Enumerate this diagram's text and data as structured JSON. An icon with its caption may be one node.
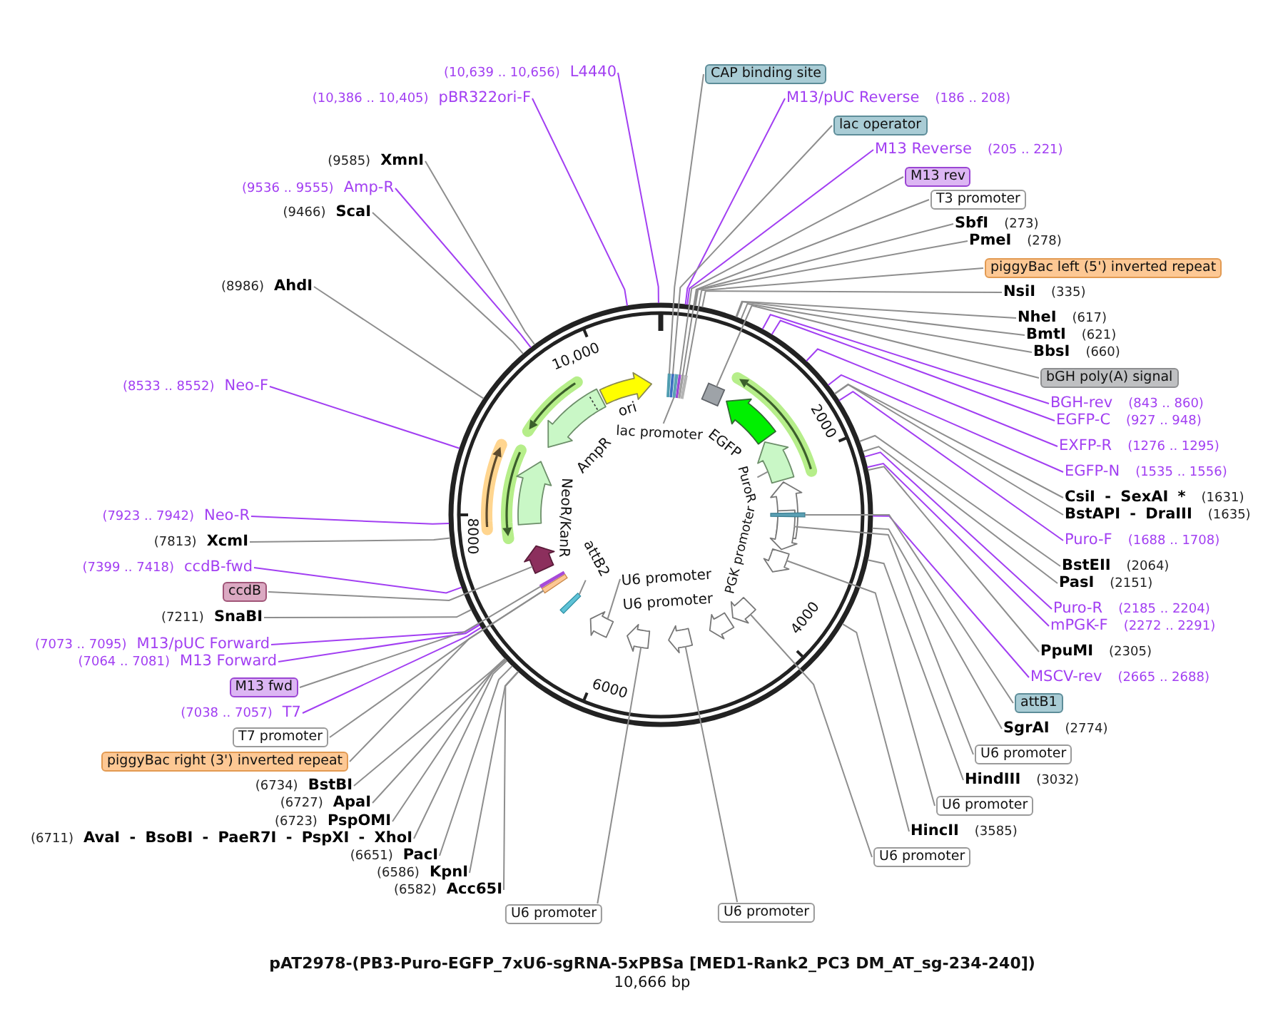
{
  "diagram": {
    "title": "pAT2978-(PB3-Puro-EGFP_7xU6-sgRNA-5xPBSa [MED1-Rank2_PC3 DM_AT_sg-234-240])",
    "caption": "10,666 bp",
    "nodes": [
      {
        "text": [
          "(10,639 .. 10,656)",
          "L4440"
        ]
      },
      {
        "text": [
          "(10,386 .. 10,405)",
          "pBR322ori-F"
        ]
      },
      {
        "text": [
          "(9585)",
          "XmnI"
        ]
      },
      {
        "text": [
          "(9536 .. 9555)",
          "Amp-R"
        ]
      },
      {
        "text": [
          "(9466)",
          "ScaI"
        ]
      },
      {
        "text": [
          "(8986)",
          "AhdI"
        ]
      },
      {
        "text": [
          "(8533 .. 8552)",
          "Neo-F"
        ]
      },
      {
        "text": [
          "(7923 .. 7942)",
          "Neo-R"
        ]
      },
      {
        "text": [
          "(7813)",
          "XcmI"
        ]
      },
      {
        "text": [
          "(7399 .. 7418)",
          "ccdB-fwd"
        ]
      },
      {
        "text": [
          "ccdB"
        ]
      },
      {
        "text": [
          "(7211)",
          "SnaBI"
        ]
      },
      {
        "text": [
          "(7073 .. 7095)",
          "M13/pUC Forward"
        ]
      },
      {
        "text": [
          "(7064 .. 7081)",
          "M13 Forward"
        ]
      },
      {
        "text": [
          "M13 fwd"
        ]
      },
      {
        "text": [
          "(7038 .. 7057)",
          "T7"
        ]
      },
      {
        "text": [
          "T7 promoter"
        ]
      },
      {
        "text": [
          "piggyBac right (3') inverted repeat"
        ]
      },
      {
        "text": [
          "(6734)",
          "BstBI"
        ]
      },
      {
        "text": [
          "(6727)",
          "ApaI"
        ]
      },
      {
        "text": [
          "(6723)",
          "PspOMI"
        ]
      },
      {
        "text": [
          "(6711)",
          "AvaI - BsoBI - PaeR7I - PspXI - XhoI"
        ]
      },
      {
        "text": [
          "(6651)",
          "PacI"
        ]
      },
      {
        "text": [
          "(6586)",
          "KpnI"
        ]
      },
      {
        "text": [
          "(6582)",
          "Acc65I"
        ]
      },
      {
        "text": [
          "U6 promoter"
        ]
      },
      {
        "text": [
          "U6 promoter"
        ]
      },
      {
        "text": [
          "CAP binding site"
        ]
      },
      {
        "text": [
          "M13/pUC Reverse",
          "(186 .. 208)"
        ]
      },
      {
        "text": [
          "lac operator"
        ]
      },
      {
        "text": [
          "M13 Reverse",
          "(205 .. 221)"
        ]
      },
      {
        "text": [
          "M13 rev"
        ]
      },
      {
        "text": [
          "T3 promoter"
        ]
      },
      {
        "text": [
          "SbfI",
          "(273)"
        ]
      },
      {
        "text": [
          "PmeI",
          "(278)"
        ]
      },
      {
        "text": [
          "piggyBac left (5') inverted repeat"
        ]
      },
      {
        "text": [
          "NsiI",
          "(335)"
        ]
      },
      {
        "text": [
          "NheI",
          "(617)"
        ]
      },
      {
        "text": [
          "BmtI",
          "(621)"
        ]
      },
      {
        "text": [
          "BbsI",
          "(660)"
        ]
      },
      {
        "text": [
          "bGH poly(A) signal"
        ]
      },
      {
        "text": [
          "BGH-rev",
          "(843 .. 860)"
        ]
      },
      {
        "text": [
          "EGFP-C",
          "(927 .. 948)"
        ]
      },
      {
        "text": [
          "EXFP-R",
          "(1276 .. 1295)"
        ]
      },
      {
        "text": [
          "EGFP-N",
          "(1535 .. 1556)"
        ]
      },
      {
        "text": [
          "CsiI - SexAI *",
          "(1631)"
        ]
      },
      {
        "text": [
          "BstAPI - DraIII",
          "(1635)"
        ]
      },
      {
        "text": [
          "Puro-F",
          "(1688 .. 1708)"
        ]
      },
      {
        "text": [
          "BstEII",
          "(2064)"
        ]
      },
      {
        "text": [
          "PasI",
          "(2151)"
        ]
      },
      {
        "text": [
          "Puro-R",
          "(2185 .. 2204)"
        ]
      },
      {
        "text": [
          "mPGK-F",
          "(2272 .. 2291)"
        ]
      },
      {
        "text": [
          "PpuMI",
          "(2305)"
        ]
      },
      {
        "text": [
          "MSCV-rev",
          "(2665 .. 2688)"
        ]
      },
      {
        "text": [
          "attB1"
        ]
      },
      {
        "text": [
          "SgrAI",
          "(2774)"
        ]
      },
      {
        "text": [
          "U6 promoter"
        ]
      },
      {
        "text": [
          "HindIII",
          "(3032)"
        ]
      },
      {
        "text": [
          "U6 promoter"
        ]
      },
      {
        "text": [
          "HincII",
          "(3585)"
        ]
      },
      {
        "text": [
          "U6 promoter"
        ]
      },
      {
        "text": [],
        "shape": "circle"
      },
      {
        "text": [
          "lac promoter"
        ],
        "in": 61
      },
      {
        "text": [
          "PuroR"
        ],
        "in": 61
      },
      {
        "text": [
          "attB2"
        ],
        "in": 61
      },
      {
        "text": [
          "U6 promoter"
        ],
        "in": 61
      },
      {
        "text": [],
        "shape": "arrow",
        "in": 61
      },
      {
        "text": [],
        "shape": "arrow",
        "in": 61
      },
      {
        "text": [],
        "shape": "arrow",
        "in": 61
      },
      {
        "text": [],
        "shape": "arrow",
        "in": 61
      },
      {
        "text": [],
        "shape": "arrow",
        "in": 61
      },
      {
        "text": [],
        "shape": "arrow",
        "in": 61
      },
      {
        "text": [],
        "shape": "arrow",
        "in": 61
      },
      {
        "text": [],
        "shape": "bar",
        "in": 61
      },
      {
        "text": [],
        "shape": "bar",
        "in": 61
      },
      {
        "text": [],
        "shape": "bar",
        "in": 61
      },
      {
        "text": [],
        "shape": "arrow",
        "in": 61
      },
      {
        "text": [],
        "shape": "arrow",
        "in": 61
      },
      {
        "text": [],
        "shape": "arrow",
        "in": 61
      },
      {
        "text": [],
        "shape": "arrow",
        "in": 61
      },
      {
        "text": [],
        "shape": "arrow",
        "in": 61
      },
      {
        "text": [],
        "shape": "arrow",
        "in": 61
      },
      {
        "text": [],
        "shape": "arrow",
        "in": 61
      },
      {
        "text": [],
        "shape": "arrow",
        "in": 61
      },
      {
        "text": [],
        "shape": "bar",
        "in": 61
      },
      {
        "text": [],
        "shape": "arrow",
        "in": 61
      },
      {
        "text": [],
        "shape": "arrow",
        "in": 61
      },
      {
        "text": [],
        "shape": "arrow",
        "in": 61
      },
      {
        "text": [],
        "shape": "box",
        "in": 61
      },
      {
        "text": [],
        "shape": "bar",
        "in": 61
      },
      {
        "text": [],
        "shape": "bar",
        "in": 61
      },
      {
        "text": [],
        "shape": "bar",
        "in": 61
      },
      {
        "text": [],
        "shape": "bar",
        "in": 61
      },
      {
        "text": [],
        "shape": "bar",
        "in": 61
      },
      {
        "text": [],
        "shape": "bar",
        "in": 61
      }
    ],
    "edges": [
      {
        "from": 0,
        "to": 61,
        "arrow": "none",
        "color": "#a23ff2"
      },
      {
        "from": 1,
        "to": 61,
        "arrow": "none",
        "color": "#a23ff2"
      },
      {
        "from": 2,
        "to": 61,
        "arrow": "none"
      },
      {
        "from": 3,
        "to": 61,
        "arrow": "none",
        "color": "#a23ff2"
      },
      {
        "from": 4,
        "to": 61,
        "arrow": "none"
      },
      {
        "from": 5,
        "to": 61,
        "arrow": "none"
      },
      {
        "from": 6,
        "to": 61,
        "arrow": "none",
        "color": "#a23ff2"
      },
      {
        "from": 7,
        "to": 61,
        "arrow": "none",
        "color": "#a23ff2"
      },
      {
        "from": 8,
        "to": 61,
        "arrow": "none"
      },
      {
        "from": 9,
        "to": 61,
        "arrow": "none",
        "color": "#a23ff2"
      },
      {
        "from": 10,
        "to": 72,
        "arrow": "none"
      },
      {
        "from": 11,
        "to": 61,
        "arrow": "none"
      },
      {
        "from": 12,
        "to": 61,
        "arrow": "none",
        "color": "#a23ff2"
      },
      {
        "from": 13,
        "to": 61,
        "arrow": "none",
        "color": "#a23ff2"
      },
      {
        "from": 14,
        "to": 74,
        "arrow": "none"
      },
      {
        "from": 15,
        "to": 61,
        "arrow": "none",
        "color": "#a23ff2"
      },
      {
        "from": 16,
        "to": 73,
        "arrow": "none"
      },
      {
        "from": 17,
        "to": 73,
        "arrow": "none"
      },
      {
        "from": 18,
        "to": 61,
        "arrow": "none"
      },
      {
        "from": 19,
        "to": 61,
        "arrow": "none"
      },
      {
        "from": 20,
        "to": 61,
        "arrow": "none"
      },
      {
        "from": 21,
        "to": 61,
        "arrow": "none"
      },
      {
        "from": 22,
        "to": 61,
        "arrow": "none"
      },
      {
        "from": 23,
        "to": 61,
        "arrow": "none"
      },
      {
        "from": 24,
        "to": 61,
        "arrow": "none"
      },
      {
        "from": 25,
        "to": 77,
        "arrow": "none"
      },
      {
        "from": 26,
        "to": 78,
        "arrow": "none"
      },
      {
        "from": 27,
        "to": 89,
        "arrow": "none"
      },
      {
        "from": 28,
        "to": 61,
        "arrow": "none",
        "color": "#a23ff2"
      },
      {
        "from": 29,
        "to": 90,
        "arrow": "none"
      },
      {
        "from": 30,
        "to": 61,
        "arrow": "none",
        "color": "#a23ff2"
      },
      {
        "from": 31,
        "to": 92,
        "arrow": "none"
      },
      {
        "from": 32,
        "to": 93,
        "arrow": "none"
      },
      {
        "from": 33,
        "to": 61,
        "arrow": "none"
      },
      {
        "from": 34,
        "to": 61,
        "arrow": "none"
      },
      {
        "from": 35,
        "to": 94,
        "arrow": "none"
      },
      {
        "from": 36,
        "to": 61,
        "arrow": "none"
      },
      {
        "from": 37,
        "to": 61,
        "arrow": "none"
      },
      {
        "from": 38,
        "to": 61,
        "arrow": "none"
      },
      {
        "from": 39,
        "to": 61,
        "arrow": "none"
      },
      {
        "from": 40,
        "to": 88,
        "arrow": "none"
      },
      {
        "from": 41,
        "to": 61,
        "arrow": "none",
        "color": "#a23ff2"
      },
      {
        "from": 42,
        "to": 61,
        "arrow": "none",
        "color": "#a23ff2"
      },
      {
        "from": 43,
        "to": 61,
        "arrow": "none",
        "color": "#a23ff2"
      },
      {
        "from": 44,
        "to": 61,
        "arrow": "none",
        "color": "#a23ff2"
      },
      {
        "from": 45,
        "to": 61,
        "arrow": "none"
      },
      {
        "from": 46,
        "to": 61,
        "arrow": "none"
      },
      {
        "from": 47,
        "to": 61,
        "arrow": "none",
        "color": "#a23ff2"
      },
      {
        "from": 48,
        "to": 61,
        "arrow": "none"
      },
      {
        "from": 49,
        "to": 61,
        "arrow": "none"
      },
      {
        "from": 50,
        "to": 61,
        "arrow": "none",
        "color": "#a23ff2"
      },
      {
        "from": 51,
        "to": 61,
        "arrow": "none",
        "color": "#a23ff2"
      },
      {
        "from": 52,
        "to": 61,
        "arrow": "none"
      },
      {
        "from": 53,
        "to": 61,
        "arrow": "none",
        "color": "#a23ff2"
      },
      {
        "from": 54,
        "to": 84,
        "arrow": "none"
      },
      {
        "from": 55,
        "to": 61,
        "arrow": "none"
      },
      {
        "from": 56,
        "to": 83,
        "arrow": "none"
      },
      {
        "from": 57,
        "to": 61,
        "arrow": "none"
      },
      {
        "from": 58,
        "to": 81,
        "arrow": "none"
      },
      {
        "from": 59,
        "to": 61,
        "arrow": "none"
      },
      {
        "from": 60,
        "to": 80,
        "arrow": "none"
      },
      {
        "from": 62,
        "to": 91,
        "arrow": "none"
      },
      {
        "from": 63,
        "to": 85,
        "arrow": "none"
      },
      {
        "from": 64,
        "to": 75,
        "arrow": "none"
      },
      {
        "from": 65,
        "to": 76,
        "arrow": "none"
      }
    ],
    "labels": [
      "10,000",
      "ori",
      "2000",
      "EGFP",
      "AmpR",
      "NeoR/KanR",
      "8000",
      "PGK promoter",
      "U6 promoter",
      "4000",
      "6000"
    ]
  }
}
